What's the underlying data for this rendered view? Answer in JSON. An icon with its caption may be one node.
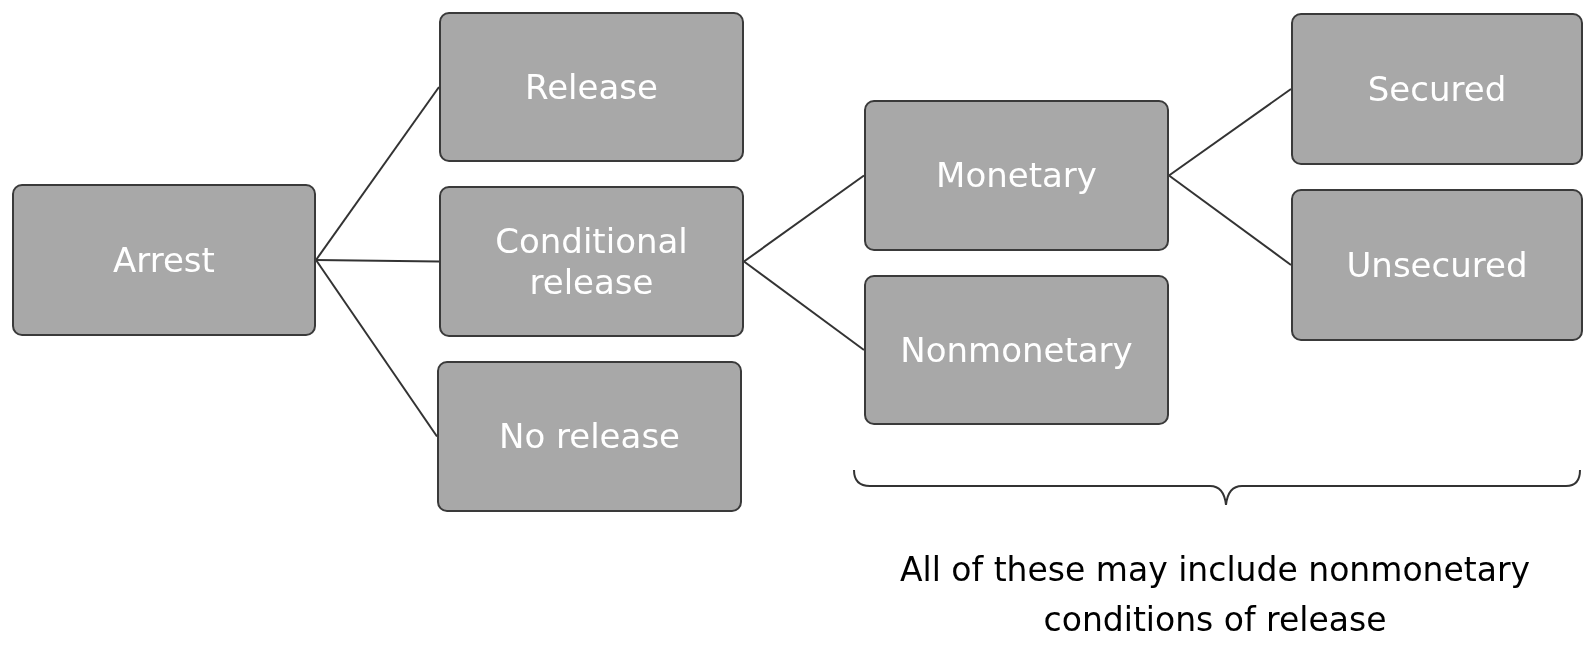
{
  "diagram": {
    "nodes": [
      {
        "text": [
          "Arrest"
        ]
      },
      {
        "text": [
          "Release"
        ]
      },
      {
        "text": [
          "Conditional release"
        ]
      },
      {
        "text": [
          "No release"
        ]
      },
      {
        "text": [
          "Monetary"
        ]
      },
      {
        "text": [
          "Nonmonetary"
        ]
      },
      {
        "text": [
          "Secured"
        ]
      },
      {
        "text": [
          "Unsecured"
        ]
      }
    ],
    "edges": [
      {
        "from": 0,
        "to": 1,
        "arrow": "none"
      },
      {
        "from": 0,
        "to": 2,
        "arrow": "none"
      },
      {
        "from": 0,
        "to": 3,
        "arrow": "none"
      },
      {
        "from": 2,
        "to": 4,
        "arrow": "none"
      },
      {
        "from": 2,
        "to": 5,
        "arrow": "none"
      },
      {
        "from": 4,
        "to": 6,
        "arrow": "none"
      },
      {
        "from": 4,
        "to": 7,
        "arrow": "none"
      }
    ],
    "labels": [
      "All of these may include nonmonetary conditions of release"
    ]
  }
}
